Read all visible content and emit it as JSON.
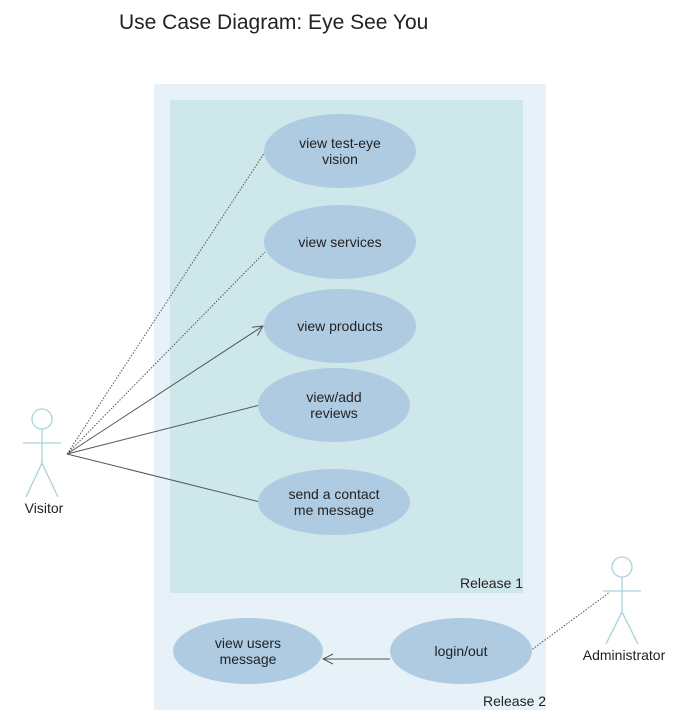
{
  "title": "Use Case Diagram: Eye See You",
  "colors": {
    "release2_bg": "#e6f2f7",
    "release1_bg": "#cde7ea",
    "usecase_fill": "#aecbe2",
    "actor_stroke": "#a6d3d9",
    "line": "#555555"
  },
  "boundaries": {
    "release1": "Release 1",
    "release2": "Release 2"
  },
  "actors": {
    "visitor": "Visitor",
    "administrator": "Administrator"
  },
  "use_cases": {
    "view_test": [
      "view test-eye",
      "vision"
    ],
    "view_services": [
      "view services"
    ],
    "view_products": [
      "view products"
    ],
    "view_add_reviews": [
      "view/add",
      "reviews"
    ],
    "send_message": [
      "send a contact",
      "me message"
    ],
    "view_users": [
      "view users",
      "message"
    ],
    "login": [
      "login/out"
    ]
  }
}
